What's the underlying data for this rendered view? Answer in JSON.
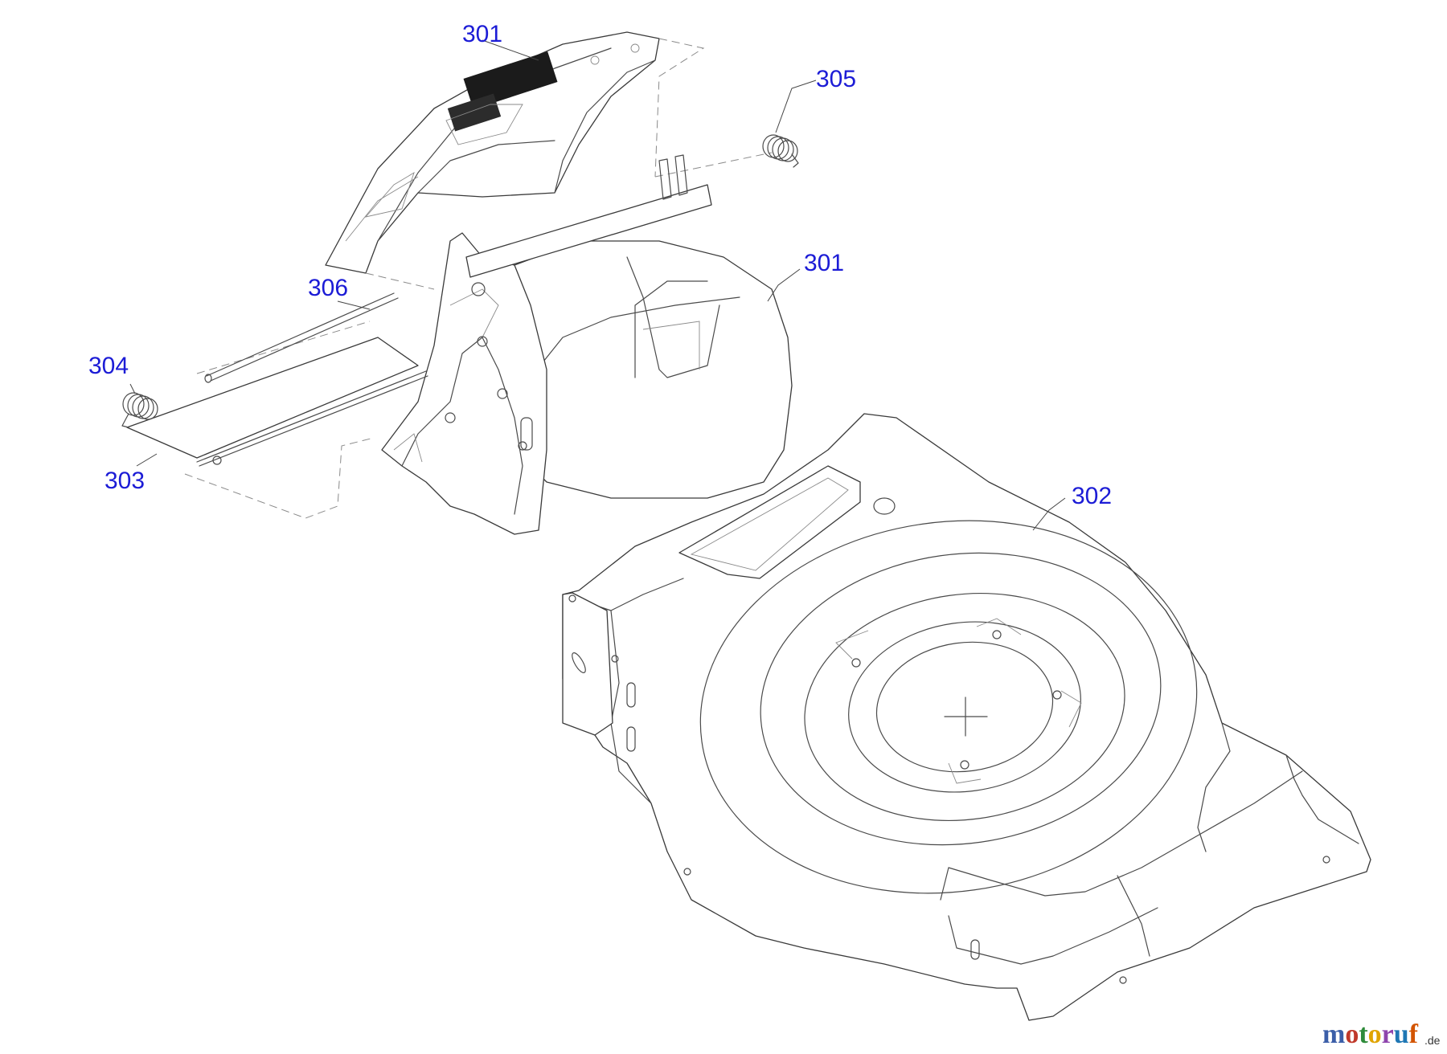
{
  "callouts": [
    {
      "id": "c-301-top",
      "label": "301"
    },
    {
      "id": "c-305",
      "label": "305"
    },
    {
      "id": "c-301-side",
      "label": "301"
    },
    {
      "id": "c-306",
      "label": "306"
    },
    {
      "id": "c-304",
      "label": "304"
    },
    {
      "id": "c-303",
      "label": "303"
    },
    {
      "id": "c-302",
      "label": "302"
    }
  ],
  "watermark": {
    "letters": [
      "m",
      "o",
      "t",
      "o",
      "r",
      "u",
      "f"
    ],
    "letter_colors": [
      "#3b5ea8",
      "#c0392b",
      "#2e8b3a",
      "#e0a400",
      "#8e44ad",
      "#1f77b4",
      "#d35400"
    ],
    "suffix": ".de"
  }
}
